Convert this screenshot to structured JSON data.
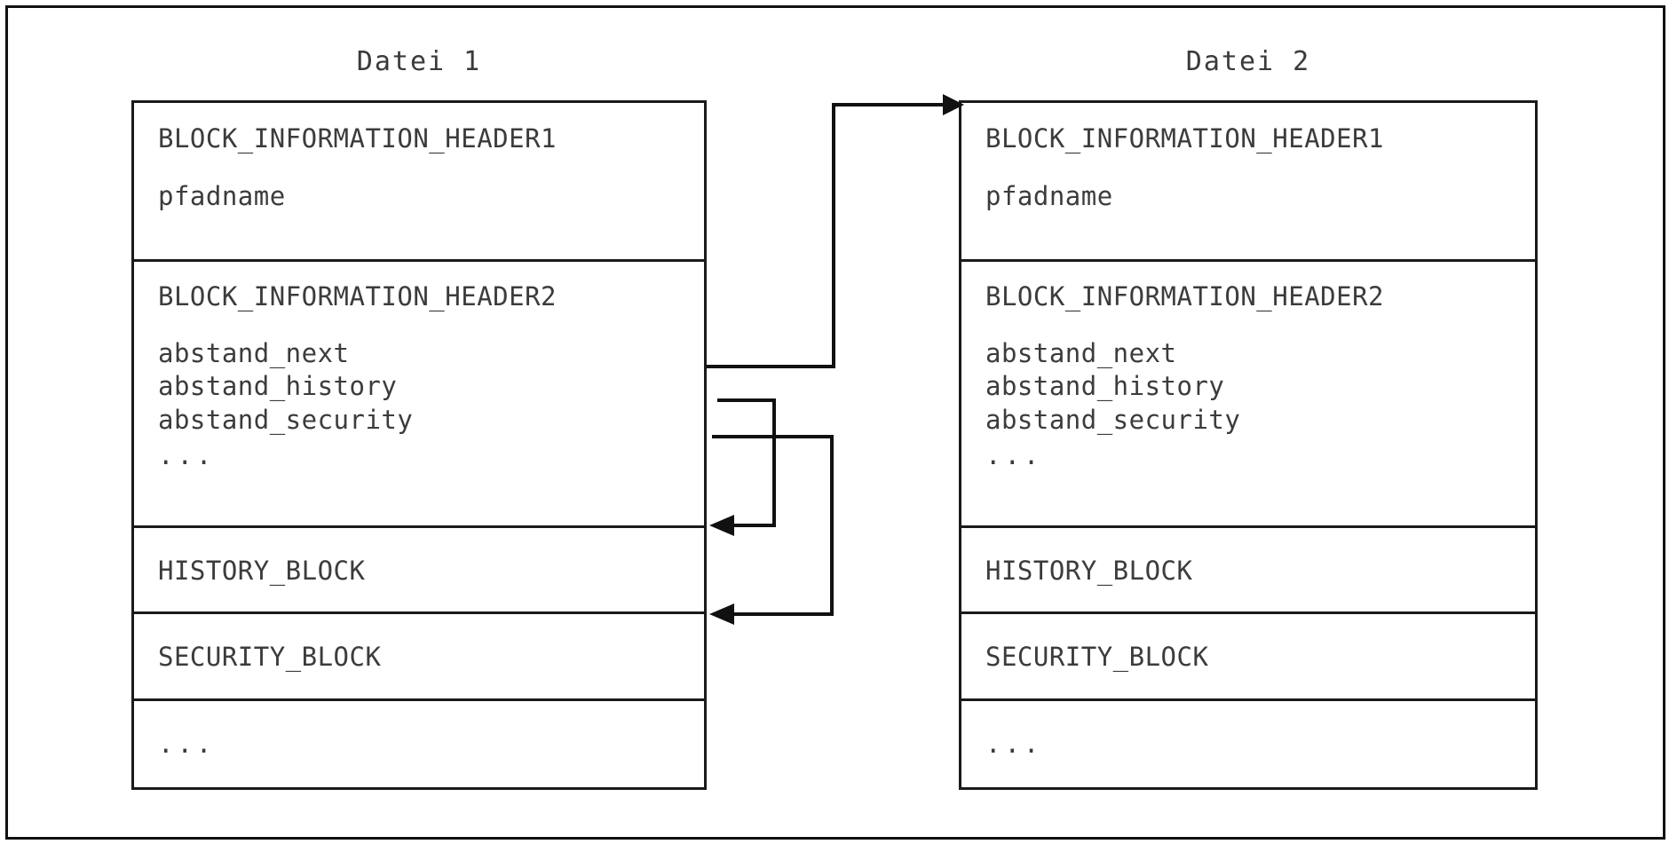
{
  "diagram": {
    "title_left": "Datei 1",
    "title_right": "Datei 2",
    "line_color": "#1a1a1a",
    "text_color": "#3c3c3c",
    "background": "#ffffff"
  },
  "files": [
    {
      "id": "datei-1",
      "title": "Datei 1",
      "sections": [
        {
          "id": "header1",
          "rows": [
            "BLOCK_INFORMATION_HEADER1",
            "pfadname"
          ]
        },
        {
          "id": "header2",
          "rows": [
            "BLOCK_INFORMATION_HEADER2",
            "abstand_next",
            "abstand_history",
            "abstand_security",
            "..."
          ]
        },
        {
          "id": "history-block",
          "rows": [
            "HISTORY_BLOCK"
          ]
        },
        {
          "id": "security-block",
          "rows": [
            "SECURITY_BLOCK"
          ]
        },
        {
          "id": "more",
          "rows": [
            "..."
          ]
        }
      ]
    },
    {
      "id": "datei-2",
      "title": "Datei 2",
      "sections": [
        {
          "id": "header1",
          "rows": [
            "BLOCK_INFORMATION_HEADER1",
            "pfadname"
          ]
        },
        {
          "id": "header2",
          "rows": [
            "BLOCK_INFORMATION_HEADER2",
            "abstand_next",
            "abstand_history",
            "abstand_security",
            "..."
          ]
        },
        {
          "id": "history-block",
          "rows": [
            "HISTORY_BLOCK"
          ]
        },
        {
          "id": "security-block",
          "rows": [
            "SECURITY_BLOCK"
          ]
        },
        {
          "id": "more",
          "rows": [
            "..."
          ]
        }
      ]
    }
  ],
  "connectors": [
    {
      "id": "abstand-next-pointer",
      "from": "datei-1.abstand_next",
      "to": "datei-2.top",
      "arrow": "right"
    },
    {
      "id": "abstand-history-pointer",
      "from": "datei-1.abstand_history",
      "to": "datei-1.history-block",
      "arrow": "left"
    },
    {
      "id": "abstand-security-pointer",
      "from": "datei-1.abstand_security",
      "to": "datei-1.security-block",
      "arrow": "left"
    }
  ]
}
